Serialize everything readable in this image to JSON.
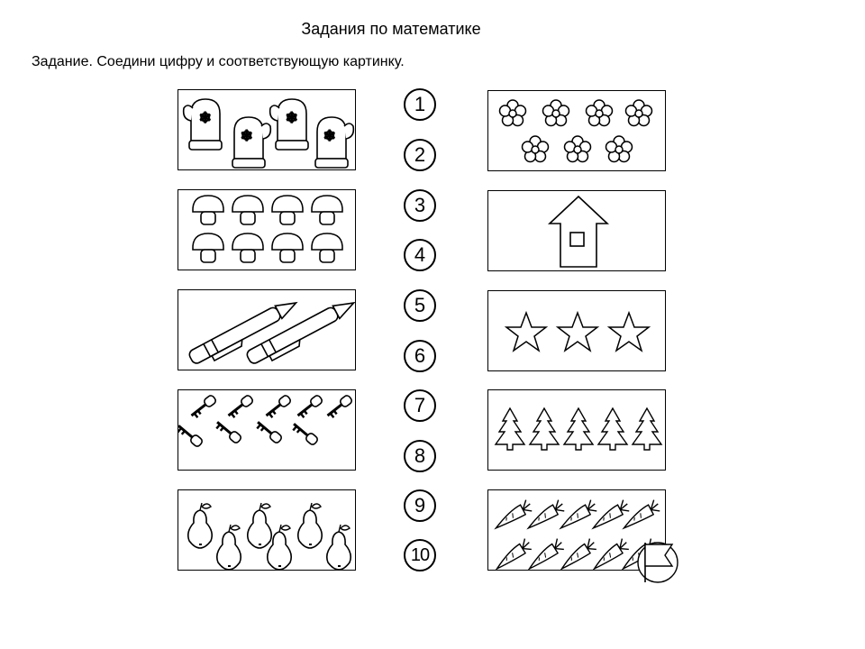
{
  "header": {
    "title": "Задания по математике",
    "instruction": "Задание. Соедини цифру и соответствующую картинку."
  },
  "numbers": [
    "1",
    "2",
    "3",
    "4",
    "5",
    "6",
    "7",
    "8",
    "9",
    "10"
  ],
  "left_panels": [
    {
      "picture": "mittens",
      "count": 4
    },
    {
      "picture": "mushrooms",
      "count": 8
    },
    {
      "picture": "pens",
      "count": 2
    },
    {
      "picture": "keys",
      "count": 9
    },
    {
      "picture": "pears",
      "count": 6
    }
  ],
  "right_panels": [
    {
      "picture": "flowers",
      "count": 7
    },
    {
      "picture": "house",
      "count": 1
    },
    {
      "picture": "stars",
      "count": 3
    },
    {
      "picture": "fir-trees",
      "count": 5
    },
    {
      "picture": "carrots",
      "count": 10
    }
  ]
}
